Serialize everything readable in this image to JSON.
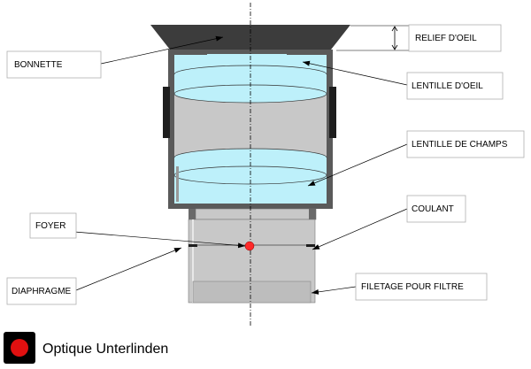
{
  "labels": {
    "relief_oeil": "RELIEF D'OEIL",
    "bonnette": "BONNETTE",
    "lentille_oeil": "LENTILLE  D'OEIL",
    "lentille_champs": "LENTILLE  DE CHAMPS",
    "coulant": "COULANT",
    "foyer": "FOYER",
    "diaphragme": "DIAPHRAGME",
    "filetage": "FILETAGE POUR FILTRE"
  },
  "brand": {
    "name": "Optique Unterlinden"
  },
  "colors": {
    "lens_fill": "#BDF0FA",
    "lens_body": "#C8C8C8",
    "eyecup": "#3C3C3C",
    "focus_point": "#FF2A2A",
    "logo_dot": "#E01010"
  }
}
